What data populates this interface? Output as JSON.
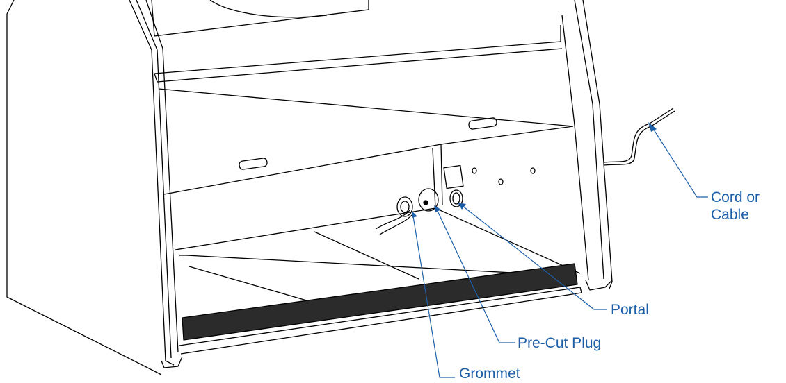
{
  "diagram": {
    "callouts": {
      "cord": [
        "Cord or",
        "Cable"
      ],
      "portal": "Portal",
      "plug": "Pre-Cut Plug",
      "grommet": "Grommet"
    },
    "colors": {
      "line_art": "#000000",
      "callout": "#1c5fa8",
      "background": "#ffffff"
    }
  }
}
